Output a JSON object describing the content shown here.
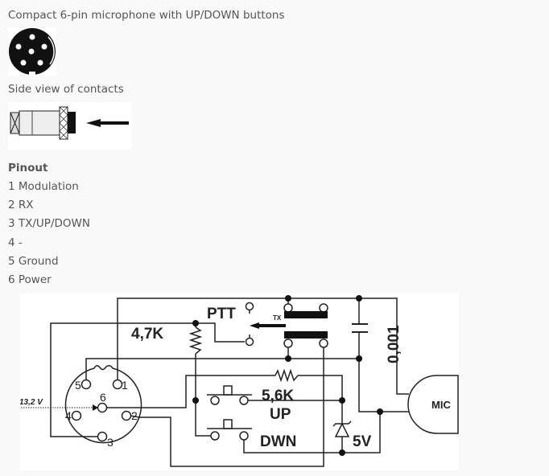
{
  "title": "Compact 6-pin microphone with UP/DOWN buttons",
  "side_view_label": "Side view of contacts",
  "pinout": {
    "heading": "Pinout",
    "items": [
      "1 Modulation",
      "2 RX",
      "3 TX/UP/DOWN",
      "4 -",
      "5 Ground",
      "6 Power"
    ]
  },
  "schematic": {
    "ptt": "PTT",
    "tx": "TX",
    "r1": "4,7K",
    "r2": "5,6K",
    "up": "UP",
    "down": "DWN",
    "zener": "5V",
    "cap": "0,001",
    "mic": "MIC",
    "voltage": "13,2 V",
    "pins": [
      "1",
      "2",
      "3",
      "4",
      "5",
      "6"
    ]
  }
}
